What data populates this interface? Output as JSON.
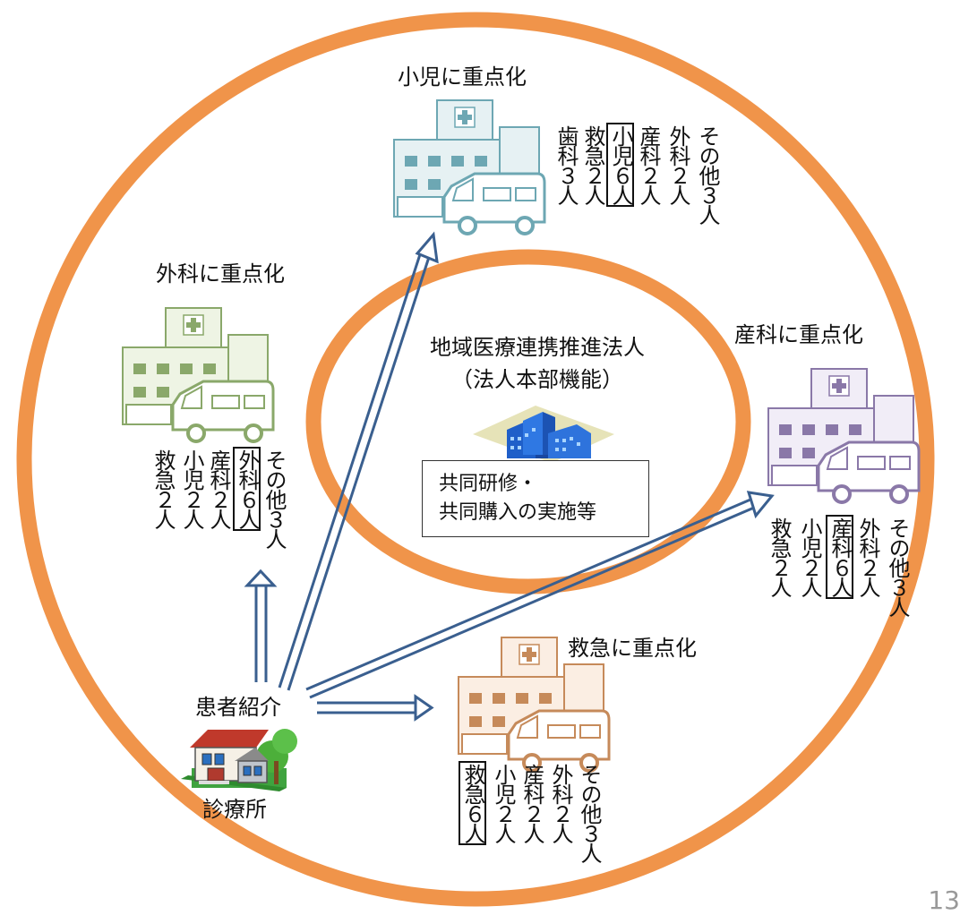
{
  "hospitals": {
    "pediatrics": {
      "title": "小児に重点化",
      "color": "#6da7b3",
      "fill": "#e6f1f3",
      "columns": [
        {
          "text": "歯科３人",
          "highlight": false
        },
        {
          "text": "救急２人",
          "highlight": false
        },
        {
          "text": "小児６人",
          "highlight": true
        },
        {
          "text": "産科２人",
          "highlight": false
        },
        {
          "text": "外科２人",
          "highlight": false
        },
        {
          "text": "その他３人",
          "highlight": false
        }
      ]
    },
    "surgery": {
      "title": "外科に重点化",
      "color": "#8aa86a",
      "fill": "#eef4e4",
      "columns": [
        {
          "text": "救急２人",
          "highlight": false
        },
        {
          "text": "小児２人",
          "highlight": false
        },
        {
          "text": "産科２人",
          "highlight": false
        },
        {
          "text": "外科６人",
          "highlight": true
        },
        {
          "text": "その他３人",
          "highlight": false
        }
      ]
    },
    "obstetrics": {
      "title": "産科に重点化",
      "color": "#8a78a8",
      "fill": "#f1edf7",
      "columns": [
        {
          "text": "救急２人",
          "highlight": false
        },
        {
          "text": "小児２人",
          "highlight": false
        },
        {
          "text": "産科６人",
          "highlight": true
        },
        {
          "text": "外科２人",
          "highlight": false
        },
        {
          "text": "その他３人",
          "highlight": false
        }
      ]
    },
    "emergency": {
      "title": "救急に重点化",
      "color": "#c68a5a",
      "fill": "#fbeee3",
      "columns": [
        {
          "text": "救急６人",
          "highlight": true
        },
        {
          "text": "小児２人",
          "highlight": false
        },
        {
          "text": "産科２人",
          "highlight": false
        },
        {
          "text": "外科２人",
          "highlight": false
        },
        {
          "text": "その他３人",
          "highlight": false
        }
      ]
    }
  },
  "center": {
    "title_line1": "地域医療連携推進法人",
    "title_line2": "（法人本部機能）",
    "box_line1": "共同研修・",
    "box_line2": "共同購入の実施等"
  },
  "referral_label": "患者紹介",
  "clinic_label": "診療所",
  "page_number": "13",
  "colors": {
    "ring": "#f0944a",
    "arrow": "#3a5f8f",
    "building_blue": "#2f6fd0"
  }
}
